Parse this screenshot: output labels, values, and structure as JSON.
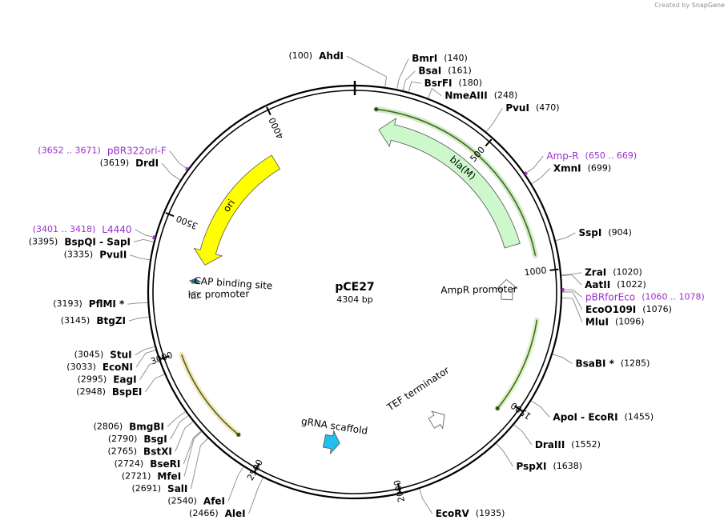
{
  "watermark": {
    "prefix": "Created by",
    "brand": "SnapGene"
  },
  "plasmid": {
    "name": "pCE27",
    "length": 4304,
    "length_label": "4304 bp"
  },
  "ticks": [
    {
      "bp": 500,
      "label": "500"
    },
    {
      "bp": 1000,
      "label": "1000"
    },
    {
      "bp": 1500,
      "label": "1500"
    },
    {
      "bp": 2000,
      "label": "2000"
    },
    {
      "bp": 2500,
      "label": "2500"
    },
    {
      "bp": 3000,
      "label": "3000"
    },
    {
      "bp": 3500,
      "label": "3500"
    },
    {
      "bp": 4000,
      "label": "4000"
    }
  ],
  "features": [
    {
      "name": "bla(M)",
      "type": "CDS",
      "label": "bla(M)",
      "color": "#ccf8cc",
      "strand": "-",
      "start": 100,
      "end": 880
    },
    {
      "name": "ori",
      "type": "rep_origin",
      "label": "ori",
      "color": "#ffff00",
      "strand": "-",
      "start": 3350,
      "end": 3930
    },
    {
      "name": "AmpR promoter",
      "type": "promoter",
      "label": "AmpR promoter",
      "color": "#ffffff",
      "strand": "-",
      "start": 1020,
      "end": 1110
    },
    {
      "name": "TEF terminator",
      "type": "terminator",
      "label": "TEF terminator",
      "color": "#ffffff",
      "strand": "-",
      "start": 1720,
      "end": 1790
    },
    {
      "name": "gRNA scaffold",
      "type": "misc_RNA",
      "label": "gRNA scaffold",
      "color": "#22c0ee",
      "strand": "-",
      "start": 2220,
      "end": 2290
    },
    {
      "name": "lac promoter",
      "type": "promoter",
      "label": "lac promoter",
      "color": "#ffffff",
      "strand": "+",
      "start": 3200,
      "end": 3230
    },
    {
      "name": "CAP binding site",
      "type": "protein_bind",
      "label": "CAP binding site",
      "color": "#2d6f8a",
      "strand": "+",
      "start": 3265,
      "end": 3285
    }
  ],
  "orfs": [
    {
      "start": 80,
      "end": 940,
      "color": "#7dc36a",
      "strand": "-"
    },
    {
      "start": 1180,
      "end": 1545,
      "color": "#a4d96b",
      "strand": "+"
    },
    {
      "start": 2620,
      "end": 2990,
      "color": "#f0b44a",
      "strand": "-"
    }
  ],
  "sites": [
    {
      "name": "AhdI",
      "pos": "(100)",
      "side": "left",
      "bp": 100
    },
    {
      "name": "BmrI",
      "pos": "(140)",
      "side": "right",
      "bp": 140
    },
    {
      "name": "BsaI",
      "pos": "(161)",
      "side": "right",
      "bp": 161
    },
    {
      "name": "BsrFI",
      "pos": "(180)",
      "side": "right",
      "bp": 180
    },
    {
      "name": "NmeAIII",
      "pos": "(248)",
      "side": "right",
      "bp": 248
    },
    {
      "name": "PvuI",
      "pos": "(470)",
      "side": "right",
      "bp": 470
    },
    {
      "name": "XmnI",
      "pos": "(699)",
      "side": "right",
      "bp": 699
    },
    {
      "name": "SspI",
      "pos": "(904)",
      "side": "right",
      "bp": 904
    },
    {
      "name": "ZraI",
      "pos": "(1020)",
      "side": "right",
      "bp": 1020
    },
    {
      "name": "AatII",
      "pos": "(1022)",
      "side": "right",
      "bp": 1022
    },
    {
      "name": "EcoO109I",
      "pos": "(1076)",
      "side": "right",
      "bp": 1076
    },
    {
      "name": "MluI",
      "pos": "(1096)",
      "side": "right",
      "bp": 1096
    },
    {
      "name": "BsaBI *",
      "pos": "(1285)",
      "side": "right",
      "bp": 1285
    },
    {
      "name": "ApoI  -  EcoRI",
      "pos": "(1455)",
      "side": "right",
      "bp": 1455
    },
    {
      "name": "DraIII",
      "pos": "(1552)",
      "side": "right",
      "bp": 1552
    },
    {
      "name": "PspXI",
      "pos": "(1638)",
      "side": "right",
      "bp": 1638
    },
    {
      "name": "EcoRV",
      "pos": "(1935)",
      "side": "right",
      "bp": 1935
    },
    {
      "name": "AleI",
      "pos": "(2466)",
      "side": "left",
      "bp": 2466
    },
    {
      "name": "AfeI",
      "pos": "(2540)",
      "side": "left",
      "bp": 2540
    },
    {
      "name": "SalI",
      "pos": "(2691)",
      "side": "left",
      "bp": 2691
    },
    {
      "name": "MfeI",
      "pos": "(2721)",
      "side": "left",
      "bp": 2721
    },
    {
      "name": "BseRI",
      "pos": "(2724)",
      "side": "left",
      "bp": 2724
    },
    {
      "name": "BstXI",
      "pos": "(2765)",
      "side": "left",
      "bp": 2765
    },
    {
      "name": "BsgI",
      "pos": "(2790)",
      "side": "left",
      "bp": 2790
    },
    {
      "name": "BmgBI",
      "pos": "(2806)",
      "side": "left",
      "bp": 2806
    },
    {
      "name": "BspEI",
      "pos": "(2948)",
      "side": "left",
      "bp": 2948
    },
    {
      "name": "EagI",
      "pos": "(2995)",
      "side": "left",
      "bp": 2995
    },
    {
      "name": "EcoNI",
      "pos": "(3033)",
      "side": "left",
      "bp": 3033
    },
    {
      "name": "StuI",
      "pos": "(3045)",
      "side": "left",
      "bp": 3045
    },
    {
      "name": "BtgZI",
      "pos": "(3145)",
      "side": "left",
      "bp": 3145
    },
    {
      "name": "PflMI *",
      "pos": "(3193)",
      "side": "left",
      "bp": 3193
    },
    {
      "name": "PvuII",
      "pos": "(3335)",
      "side": "left",
      "bp": 3335
    },
    {
      "name": "BspQI  -  SapI",
      "pos": "(3395)",
      "side": "left",
      "bp": 3395
    },
    {
      "name": "DrdI",
      "pos": "(3619)",
      "side": "left",
      "bp": 3619
    }
  ],
  "primers": [
    {
      "name": "Amp-R",
      "pos": "(650 .. 669)",
      "side": "right",
      "bp": 660,
      "color": "#9b2fce"
    },
    {
      "name": "pBRforEco",
      "pos": "(1060 .. 1078)",
      "side": "right",
      "bp": 1069,
      "color": "#9b2fce"
    },
    {
      "name": "L4440",
      "pos": "(3401 .. 3418)",
      "side": "left",
      "bp": 3410,
      "color": "#9b2fce"
    },
    {
      "name": "pBR322ori-F",
      "pos": "(3652 .. 3671)",
      "side": "left",
      "bp": 3662,
      "color": "#9b2fce"
    }
  ]
}
